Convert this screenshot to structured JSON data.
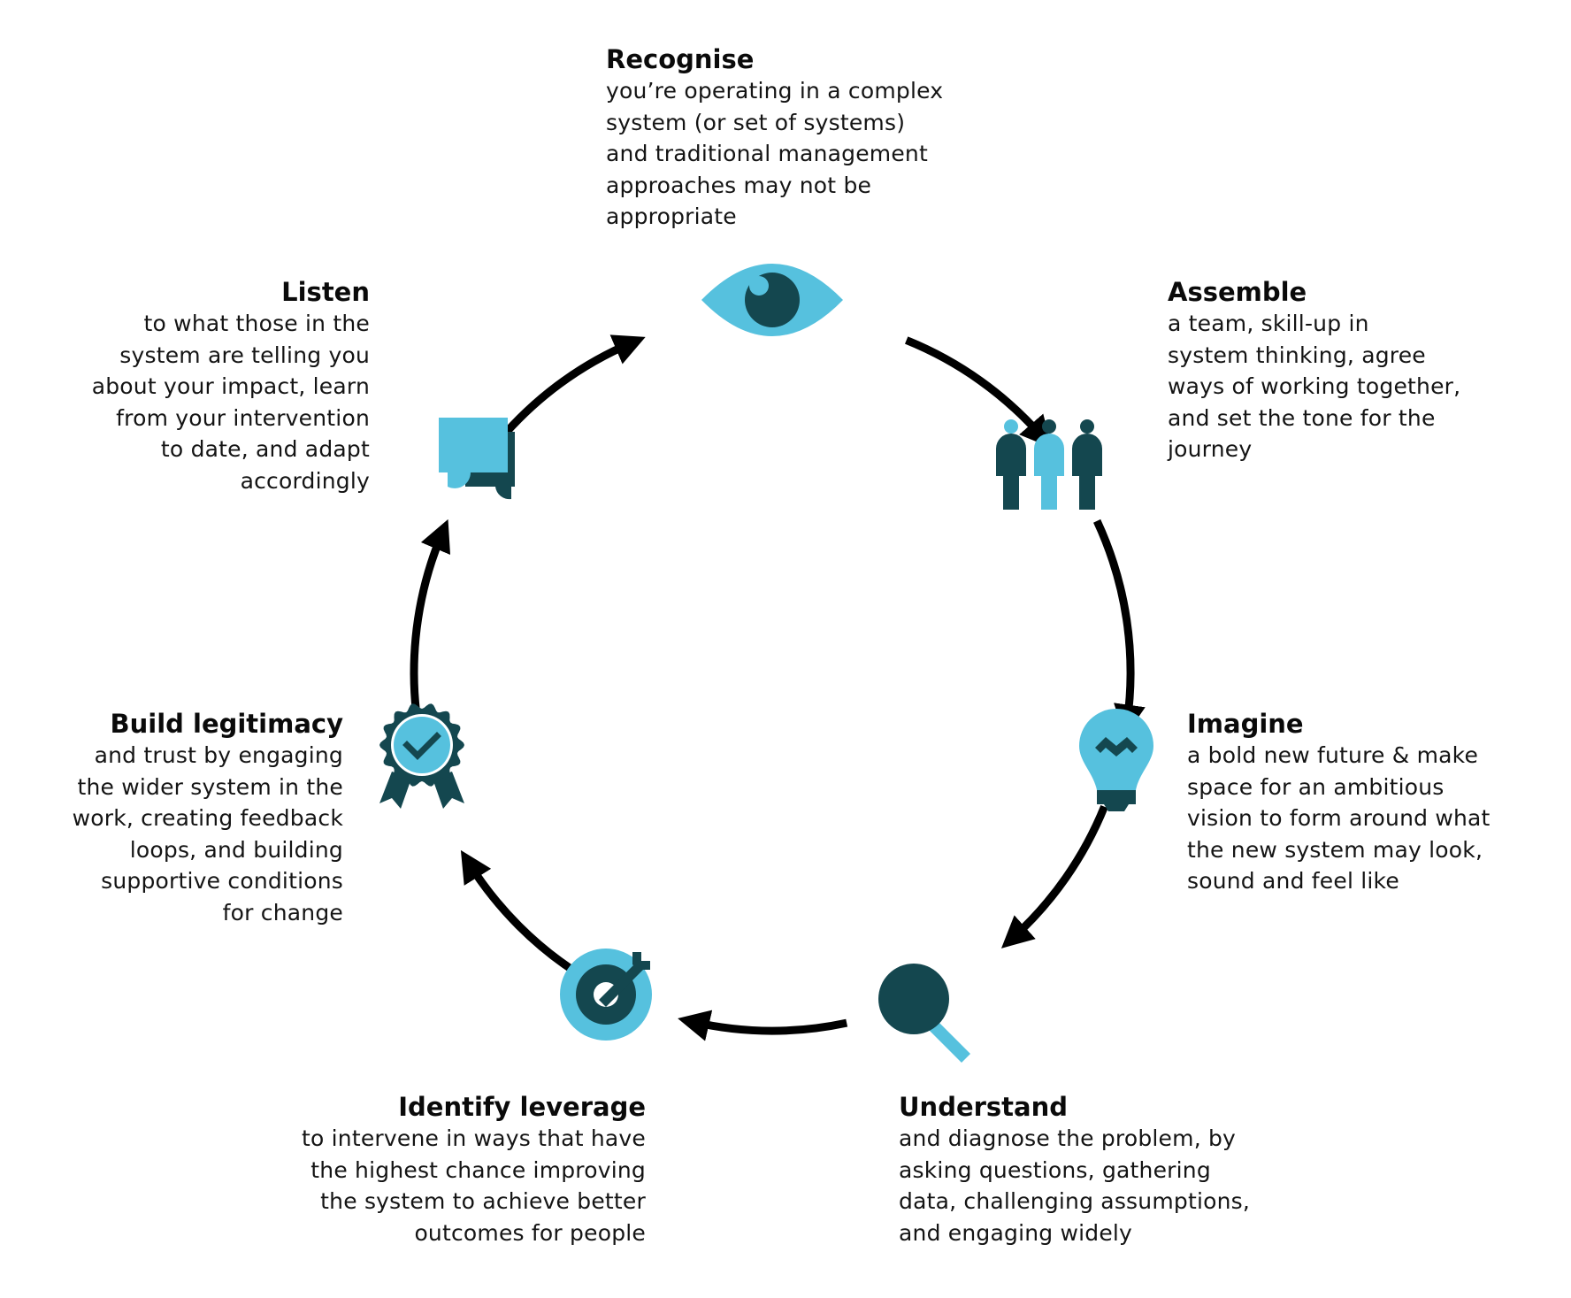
{
  "diagram": {
    "type": "cycle",
    "colors": {
      "accent_light": "#56C1DE",
      "accent_dark": "#14474F",
      "arrow": "#000000",
      "text": "#111111"
    },
    "steps": [
      {
        "id": "recognise",
        "icon": "eye-icon",
        "title": "Recognise",
        "description": "you’re operating in a complex\nsystem (or set of systems)\nand traditional management\napproaches may not be\nappropriate"
      },
      {
        "id": "assemble",
        "icon": "team-people-icon",
        "title": "Assemble",
        "description": "a team, skill-up in\nsystem thinking, agree\nways of working together,\nand set the tone for the\njourney"
      },
      {
        "id": "imagine",
        "icon": "lightbulb-icon",
        "title": "Imagine",
        "description": "a bold new future & make\nspace for an ambitious\nvision to form around what\nthe new system may look,\nsound and feel like"
      },
      {
        "id": "understand",
        "icon": "magnifier-icon",
        "title": "Understand",
        "description": "and diagnose the problem, by\nasking questions, gathering\ndata, challenging assumptions,\nand engaging widely"
      },
      {
        "id": "identify",
        "icon": "target-dart-icon",
        "title": "Identify leverage",
        "description": "to intervene in ways that have\nthe highest chance improving\nthe system to achieve better\noutcomes for people"
      },
      {
        "id": "build",
        "icon": "award-badge-icon",
        "title": "Build legitimacy",
        "description": "and trust by engaging\nthe wider system in the\nwork, creating feedback\nloops, and building\nsupportive conditions\nfor change"
      },
      {
        "id": "listen",
        "icon": "speech-bubbles-icon",
        "title": "Listen",
        "description": "to what those in the\nsystem are telling you\nabout your impact, learn\nfrom your intervention\nto date, and adapt\naccordingly"
      }
    ],
    "flow_direction": "clockwise"
  }
}
